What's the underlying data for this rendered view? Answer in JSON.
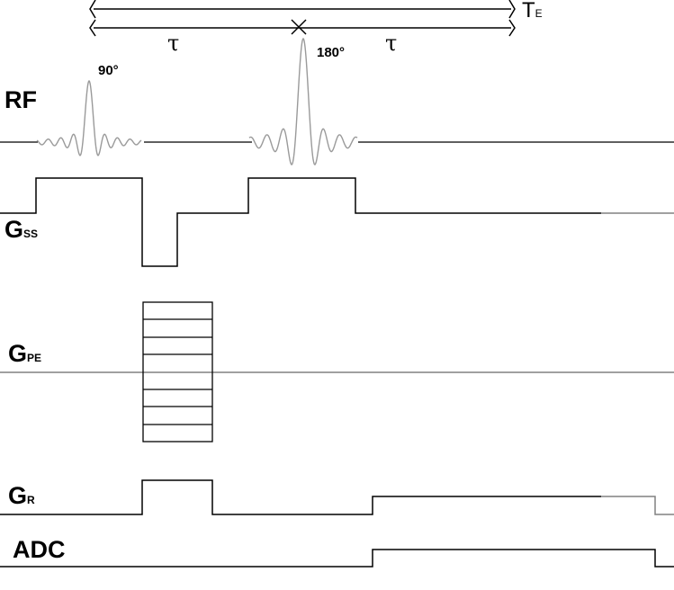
{
  "timing": {
    "tau_first": "τ",
    "tau_second": "τ",
    "te_main": "T",
    "te_sub": "E"
  },
  "rf": {
    "label": "RF",
    "pulse_90": "90°",
    "pulse_180": "180°"
  },
  "gradients": {
    "slice_select": {
      "main": "G",
      "sub": "SS"
    },
    "phase_encode": {
      "main": "G",
      "sub": "PE"
    },
    "readout": {
      "main": "G",
      "sub": "R"
    }
  },
  "adc": {
    "label": "ADC"
  },
  "colors": {
    "line": "#000000",
    "rf_pulse": "#9a9a9a",
    "axis_gray": "#808080",
    "background": "#ffffff"
  }
}
